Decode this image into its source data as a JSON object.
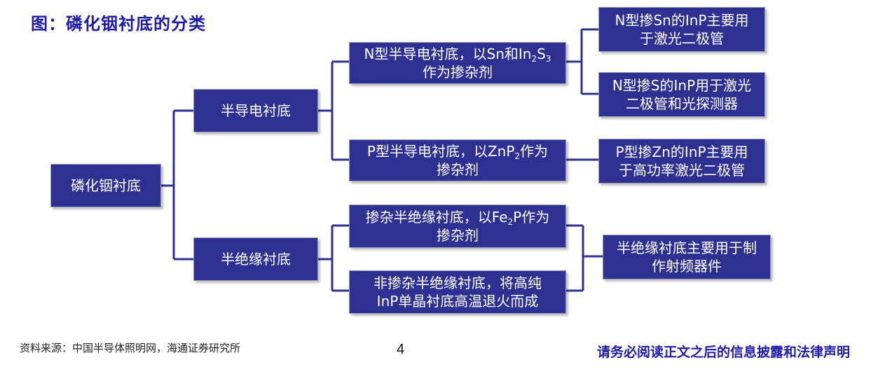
{
  "title": "图：磷化铟衬底的分类",
  "nodes": {
    "root": "磷化铟衬底",
    "semiconducting": "半导电衬底",
    "semi_insulating": "半绝缘衬底",
    "n_type": {
      "pre": "N型半导电衬底，以Sn和In",
      "sub1": "2",
      "mid": "S",
      "sub2": "3",
      "line2": "作为掺杂剂"
    },
    "p_type": {
      "pre": "P型半导电衬底，以ZnP",
      "sub1": "2",
      "post": "作为",
      "line2": "掺杂剂"
    },
    "doped_si": {
      "pre": "掺杂半绝缘衬底，以Fe",
      "sub1": "2",
      "post": "P作为",
      "line2": "掺杂剂"
    },
    "undoped_si": {
      "line1": "非掺杂半绝缘衬底，将高纯",
      "line2": "InP单晶衬底高温退火而成"
    },
    "app_sn": {
      "line1": "N型掺Sn的InP主要用",
      "line2": "于激光二极管"
    },
    "app_s": {
      "line1": "N型掺S的InP用于激光",
      "line2": "二极管和光探测器"
    },
    "app_zn": {
      "line1": "P型掺Zn的InP主要用",
      "line2": "于高功率激光二极管"
    },
    "app_si": {
      "line1": "半绝缘衬底主要用于制",
      "line2": "作射频器件"
    }
  },
  "footer": {
    "source": "资料来源：中国半导体照明网，海通证券研究所",
    "page_number": "4",
    "notice": "请务必阅读正文之后的信息披露和法律声明"
  },
  "colors": {
    "box_fill": "#2e3192",
    "connector": "#2e3192",
    "title": "#1f1aa8"
  }
}
